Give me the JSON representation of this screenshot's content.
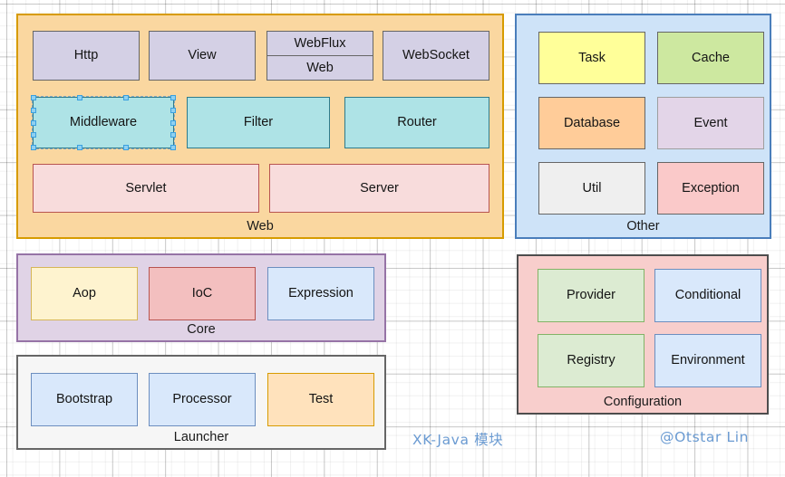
{
  "diagram": {
    "title": "XK-Java 模块",
    "author_tag": "@Otstar Lin",
    "background": "#ffffff",
    "grid": true
  },
  "groups": [
    {
      "id": "web",
      "label": "Web",
      "fill": "#FAD7A0",
      "stroke": "#D79B00",
      "nodes": [
        {
          "label": "Http",
          "fill": "#D4D0E5",
          "stroke": "#666666"
        },
        {
          "label": "View",
          "fill": "#D4D0E5",
          "stroke": "#666666"
        },
        {
          "label": "WebFlux",
          "fill": "#D4D0E5",
          "stroke": "#666666"
        },
        {
          "label": "Web",
          "fill": "#D4D0E5",
          "stroke": "#666666"
        },
        {
          "label": "WebSocket",
          "fill": "#D4D0E5",
          "stroke": "#666666"
        },
        {
          "label": "Middleware",
          "fill": "#AEE3E6",
          "stroke": "#2E7B8C",
          "selected": true
        },
        {
          "label": "Filter",
          "fill": "#AEE3E6",
          "stroke": "#2E7B8C"
        },
        {
          "label": "Router",
          "fill": "#AEE3E6",
          "stroke": "#2E7B8C"
        },
        {
          "label": "Servlet",
          "fill": "#F8DCDC",
          "stroke": "#B85450"
        },
        {
          "label": "Server",
          "fill": "#F8DCDC",
          "stroke": "#B85450"
        }
      ]
    },
    {
      "id": "other",
      "label": "Other",
      "fill": "#CEE3F8",
      "stroke": "#4A7EBB",
      "nodes": [
        {
          "label": "Task",
          "fill": "#FFFF99",
          "stroke": "#666666"
        },
        {
          "label": "Cache",
          "fill": "#CDE8A0",
          "stroke": "#666666"
        },
        {
          "label": "Database",
          "fill": "#FFCC99",
          "stroke": "#666666"
        },
        {
          "label": "Event",
          "fill": "#E3D5E8",
          "stroke": "#9E9E9E"
        },
        {
          "label": "Util",
          "fill": "#EFEFEF",
          "stroke": "#666666"
        },
        {
          "label": "Exception",
          "fill": "#FAC9C9",
          "stroke": "#666666"
        }
      ]
    },
    {
      "id": "core",
      "label": "Core",
      "fill": "#E0D3E6",
      "stroke": "#9673A6",
      "nodes": [
        {
          "label": "Aop",
          "fill": "#FEF3CF",
          "stroke": "#D6B656"
        },
        {
          "label": "IoC",
          "fill": "#F3BFBF",
          "stroke": "#B85450"
        },
        {
          "label": "Expression",
          "fill": "#D9E8FB",
          "stroke": "#6C8EBF"
        }
      ]
    },
    {
      "id": "launcher",
      "label": "Launcher",
      "fill": "#F6F6F6",
      "stroke": "#666666",
      "nodes": [
        {
          "label": "Bootstrap",
          "fill": "#D9E8FB",
          "stroke": "#6C8EBF"
        },
        {
          "label": "Processor",
          "fill": "#D9E8FB",
          "stroke": "#6C8EBF"
        },
        {
          "label": "Test",
          "fill": "#FFE2BC",
          "stroke": "#D79B00"
        }
      ]
    },
    {
      "id": "configuration",
      "label": "Configuration",
      "fill": "#F8CECC",
      "stroke": "#4D4D4D",
      "nodes": [
        {
          "label": "Provider",
          "fill": "#DCEBD2",
          "stroke": "#82B366"
        },
        {
          "label": "Conditional",
          "fill": "#D9E8FB",
          "stroke": "#6C8EBF"
        },
        {
          "label": "Registry",
          "fill": "#DCEBD2",
          "stroke": "#82B366"
        },
        {
          "label": "Environment",
          "fill": "#D9E8FB",
          "stroke": "#6C8EBF"
        }
      ]
    }
  ]
}
